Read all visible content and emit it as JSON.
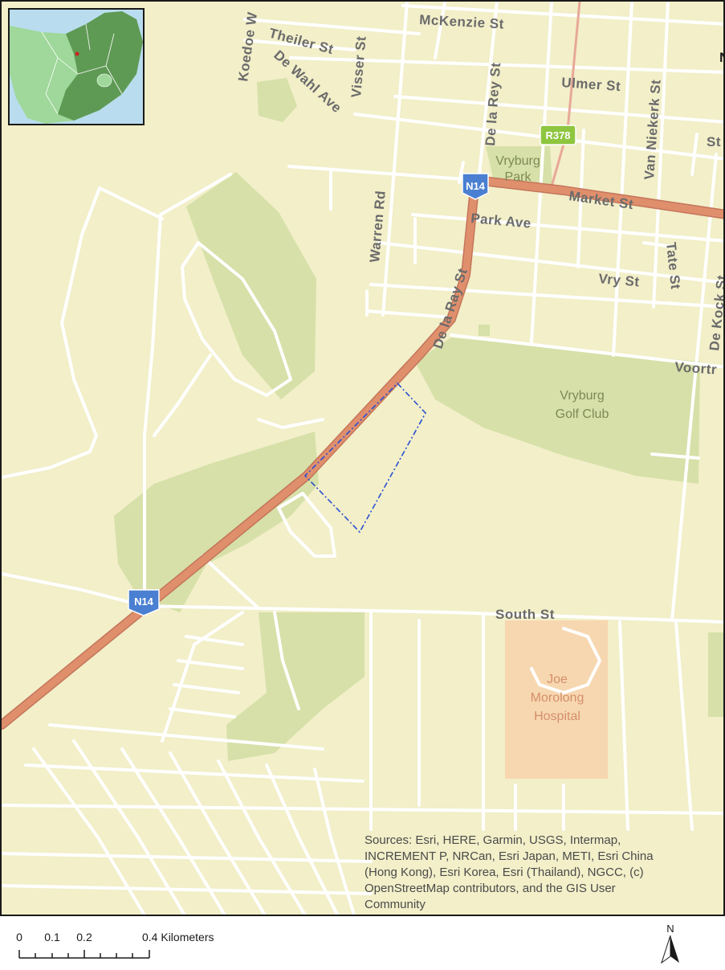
{
  "map": {
    "streets": {
      "mckenzie": "McKenzie St",
      "theiler": "Theiler St",
      "visser": "Visser St",
      "dewahl": "De Wahl Ave",
      "koedoe": "Koedoe W",
      "delarey": "De la Rey St",
      "ulmer": "Ulmer St",
      "vanniekerk": "Van Niekerk St",
      "market": "Market St",
      "parkave": "Park Ave",
      "warren": "Warren Rd",
      "delaray": "De la Ray St",
      "tate": "Tate St",
      "vry": "Vry St",
      "dekock": "De Kock St",
      "voortrekker": "Voortr",
      "south": "South St",
      "st_right": "St",
      "n_cut": "N"
    },
    "places": {
      "vryburg_park_1": "Vryburg",
      "vryburg_park_2": "Park",
      "golf_1": "Vryburg",
      "golf_2": "Golf Club",
      "hospital_1": "Joe",
      "hospital_2": "Morolong",
      "hospital_3": "Hospital"
    },
    "shields": {
      "n14_top": "N14",
      "n14_bottom": "N14",
      "r378": "R378"
    },
    "colors": {
      "background": "#f2efc9",
      "park": "#d6e0a8",
      "hospital": "#f7d7b0",
      "highway": "#e08f6c",
      "minor_road": "#ffffff",
      "site_boundary": "#2b4fd1"
    }
  },
  "attribution": {
    "line1": "Sources: Esri, HERE, Garmin, USGS, Intermap,",
    "line2": "INCREMENT P, NRCan, Esri Japan, METI, Esri China",
    "line3": "(Hong Kong), Esri Korea, Esri (Thailand), NGCC, (c)",
    "line4": "OpenStreetMap contributors, and the GIS User",
    "line5": "Community"
  },
  "scalebar": {
    "label_0": "0",
    "label_1": "0.1",
    "label_2": "0.2",
    "label_3": "0.4 Kilometers"
  },
  "north": {
    "label": "N"
  }
}
